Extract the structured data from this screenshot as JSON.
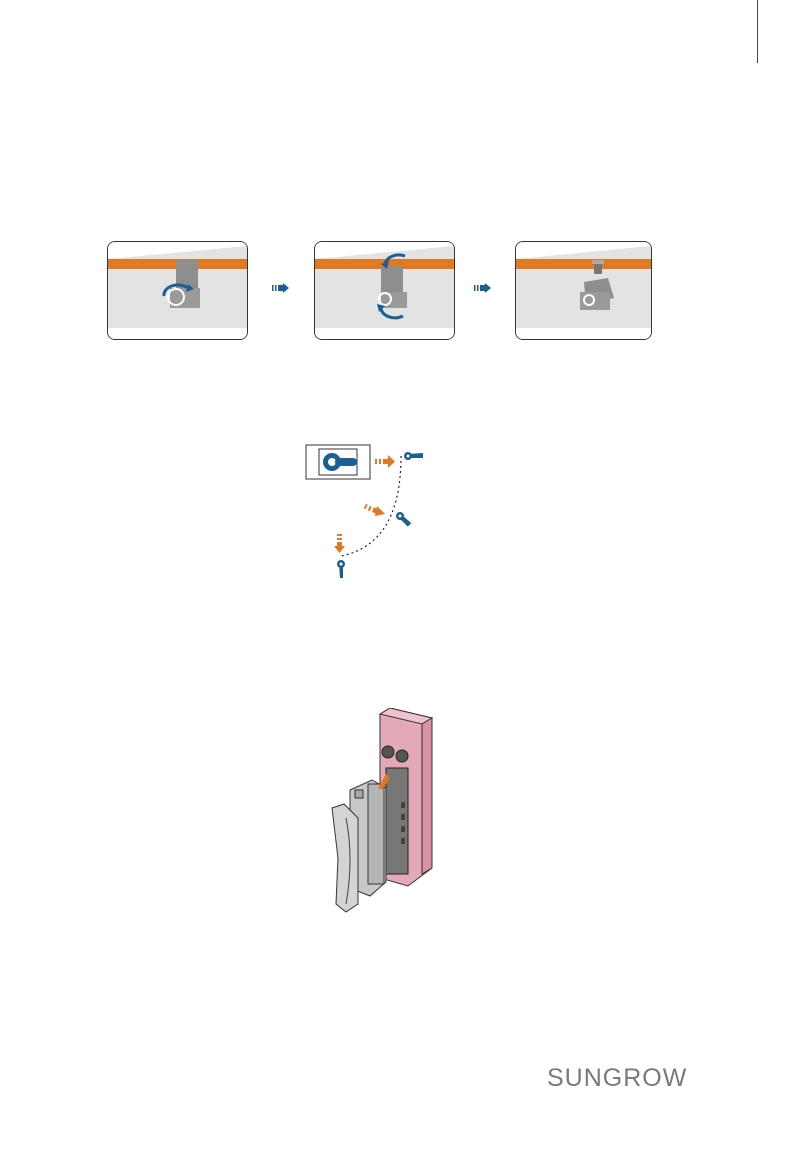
{
  "brand": {
    "logo_text": "SUNGROW"
  },
  "figures": [
    {
      "icon": "clamp-step-1"
    },
    {
      "icon": "clamp-step-2"
    },
    {
      "icon": "clamp-step-3"
    },
    {
      "icon": "knob-rotation-diagram"
    },
    {
      "icon": "connector-insertion-diagram"
    }
  ],
  "colors": {
    "orange": "#e07a22",
    "blue": "#1c5f94",
    "pink": "#e3a9b6",
    "grey_panel": "#e3e3e3"
  }
}
